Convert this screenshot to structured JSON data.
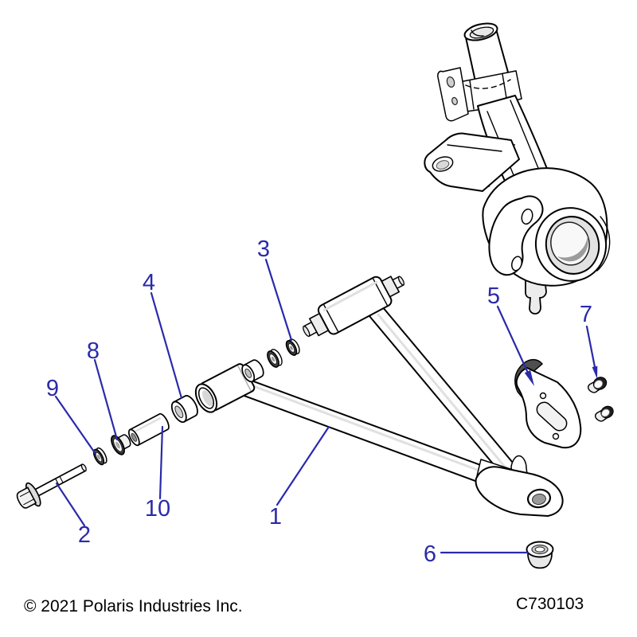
{
  "footer": {
    "copyright": "© 2021 Polaris Industries Inc.",
    "part_number": "C730103"
  },
  "colors": {
    "callout_blue": "#2a2aaa",
    "outline_black": "#000000",
    "part_fill": "#ffffff"
  },
  "diagram": {
    "type": "exploded-parts-diagram",
    "callouts": [
      {
        "label": "1"
      },
      {
        "label": "2"
      },
      {
        "label": "3"
      },
      {
        "label": "4"
      },
      {
        "label": "5"
      },
      {
        "label": "6"
      },
      {
        "label": "7"
      },
      {
        "label": "8"
      },
      {
        "label": "9"
      },
      {
        "label": "10"
      }
    ]
  }
}
